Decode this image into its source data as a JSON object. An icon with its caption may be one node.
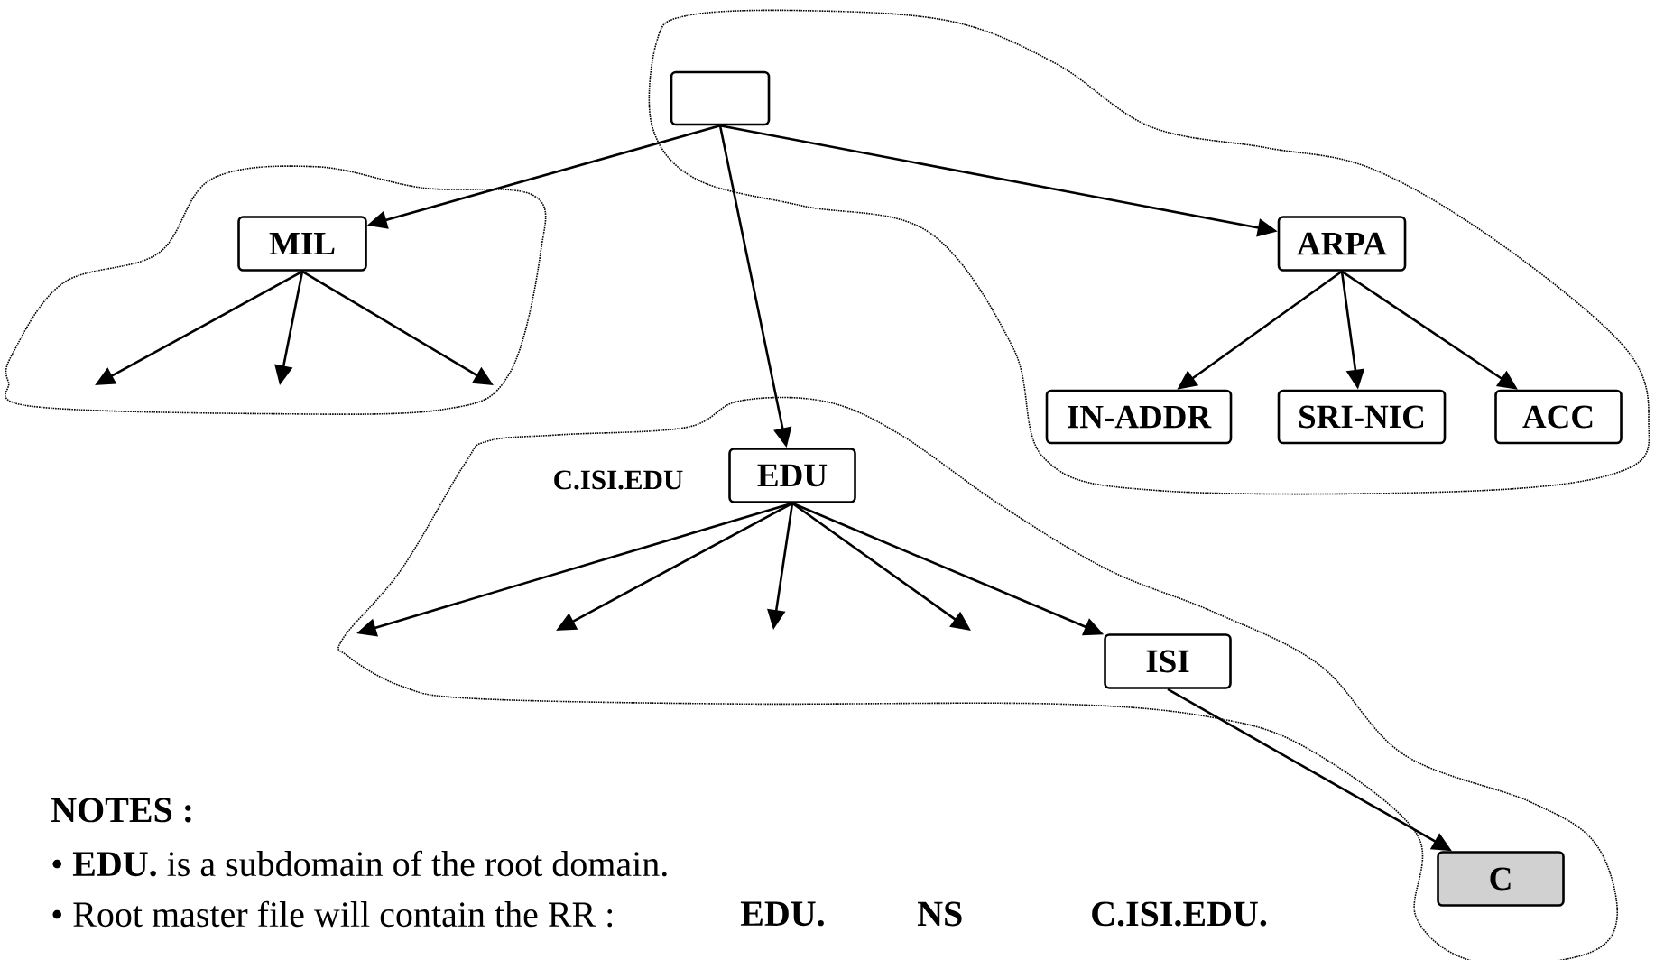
{
  "diagram": {
    "nodes": [
      {
        "text": [],
        "shape": "box"
      },
      {
        "text": [
          "MIL"
        ]
      },
      {
        "text": [
          "ARPA"
        ]
      },
      {
        "text": [
          "IN-ADDR"
        ]
      },
      {
        "text": [
          "SRI-NIC"
        ]
      },
      {
        "text": [
          "ACC"
        ]
      },
      {
        "text": [
          "EDU"
        ],
        "beside": [
          "C.ISI.EDU"
        ]
      },
      {
        "text": [
          "ISI"
        ]
      },
      {
        "text": [
          "C"
        ]
      }
    ],
    "edges": [
      {
        "from": 0,
        "to": 1,
        "arrow": "to"
      },
      {
        "from": 0,
        "to": 6,
        "arrow": "to"
      },
      {
        "from": 0,
        "to": 2,
        "arrow": "to"
      },
      {
        "from": 1,
        "to": null,
        "arrow": "to"
      },
      {
        "from": 1,
        "to": null,
        "arrow": "to"
      },
      {
        "from": 1,
        "to": null,
        "arrow": "to"
      },
      {
        "from": 2,
        "to": 3,
        "arrow": "to"
      },
      {
        "from": 2,
        "to": 4,
        "arrow": "to"
      },
      {
        "from": 2,
        "to": 5,
        "arrow": "to"
      },
      {
        "from": 6,
        "to": null,
        "arrow": "to"
      },
      {
        "from": 6,
        "to": null,
        "arrow": "to"
      },
      {
        "from": 6,
        "to": null,
        "arrow": "to"
      },
      {
        "from": 6,
        "to": null,
        "arrow": "to"
      },
      {
        "from": 6,
        "to": 7,
        "arrow": "to"
      },
      {
        "from": 7,
        "to": 8,
        "arrow": "to"
      }
    ],
    "labels": [
      "NOTES :",
      "• **EDU.** is a subdomain of the root domain.",
      "• Root master file will contain the RR :",
      "EDU.",
      "NS",
      "C.ISI.EDU."
    ]
  }
}
